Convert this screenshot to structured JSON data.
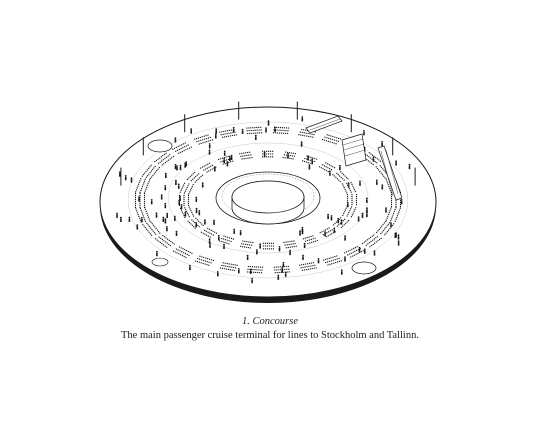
{
  "caption": {
    "title": "1. Concourse",
    "description": "The main passenger cruise terminal for lines to Stockholm and Tallinn."
  },
  "colors": {
    "ink": "#1a1a1a",
    "paper": "#ffffff",
    "hatch": "#9a9a9a"
  },
  "drawing": {
    "subject": "axonometric-oval-terminal-floor",
    "seating_rings": 2,
    "columns": 8
  }
}
